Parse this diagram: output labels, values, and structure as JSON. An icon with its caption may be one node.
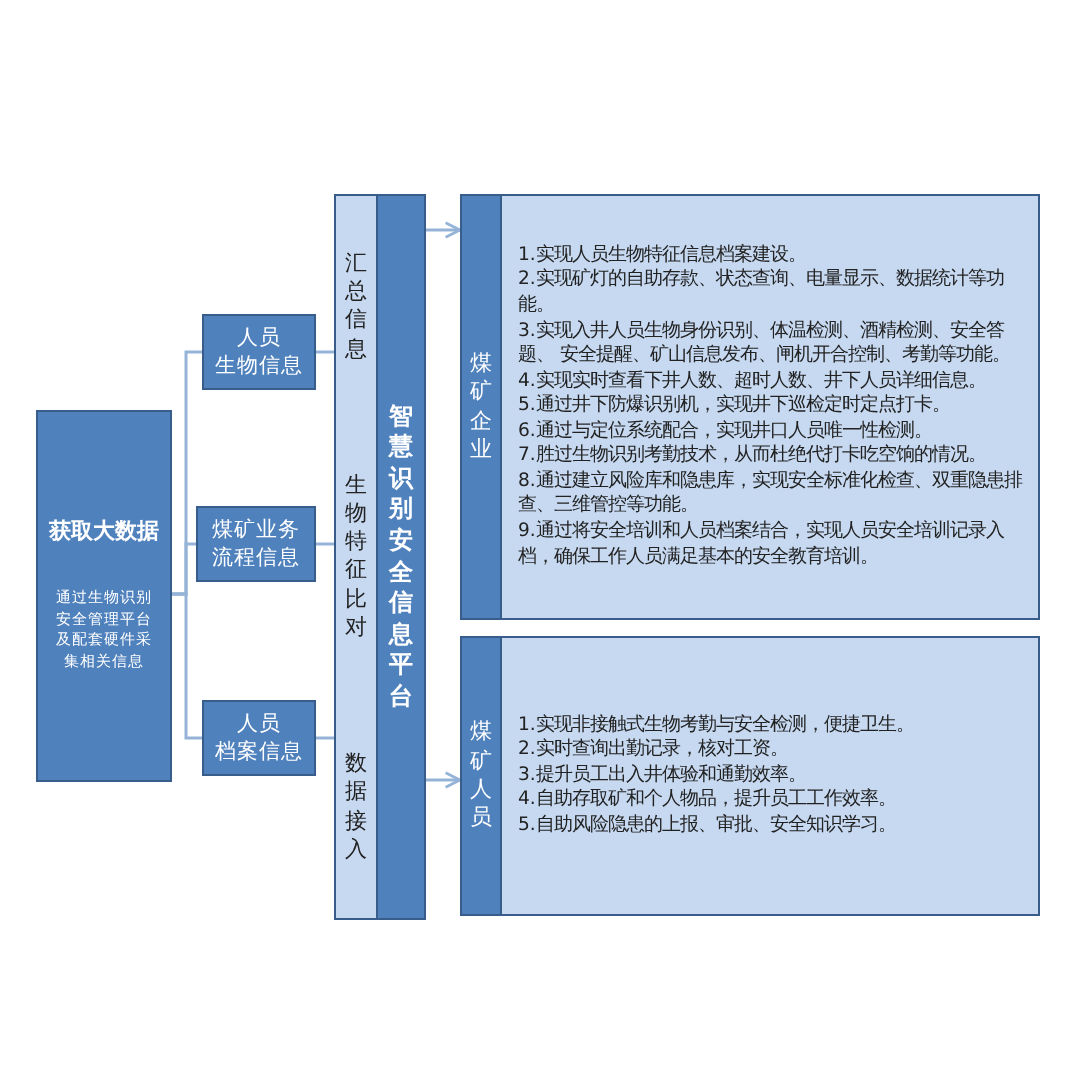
{
  "diagram": {
    "nodes": [
      {
        "text": [
          "获取大数据",
          "通过生物识别安全管理平台及配套硬件采集相关信息"
        ]
      },
      {
        "text": [
          "人员",
          "生物信息"
        ]
      },
      {
        "text": [
          "煤矿业务",
          "流程信息"
        ]
      },
      {
        "text": [
          "人员",
          "档案信息"
        ]
      },
      {
        "text": [
          "汇总信息",
          "生物特征比对",
          "数据接入"
        ]
      },
      {
        "text": [
          "智慧识别安全信息平台"
        ]
      },
      {
        "text": [
          "煤矿企业"
        ]
      },
      {
        "text": [
          "1.实现人员生物特征信息档案建设。",
          "2.实现矿灯的自助存款、状态查询、电量显示、数据统计等功能。",
          "3.实现入井人员生物身份识别、体温检测、酒精检测、安全答题、 安全提醒、矿山信息发布、闸机开合控制、考勤等功能。",
          "4.实现实时查看下井人数、超时人数、井下人员详细信息。",
          "5.通过井下防爆识别机，实现井下巡检定时定点打卡。",
          "6.通过与定位系统配合，实现井口人员唯一性检测。",
          "7.胜过生物识别考勤技术，从而杜绝代打卡吃空饷的情况。",
          "8.通过建立风险库和隐患库，实现安全标准化检查、双重隐患排查、三维管控等功能。",
          "9.通过将安全培训和人员档案结合，实现人员安全培训记录入档，确保工作人员满足基本的安全教育培训。"
        ]
      },
      {
        "text": [
          "煤矿人员"
        ]
      },
      {
        "text": [
          "1.实现非接触式生物考勤与安全检测，便捷卫生。",
          "2.实时查询出勤记录，核对工资。",
          "3.提升员工出入井体验和通勤效率。",
          "4.自助存取矿和个人物品，提升员工工作效率。",
          "5.自助风险隐患的上报、审批、安全知识学习。"
        ]
      }
    ],
    "edges": [
      {
        "from": 0,
        "to": 1,
        "arrow": "none"
      },
      {
        "from": 0,
        "to": 2,
        "arrow": "none"
      },
      {
        "from": 0,
        "to": 3,
        "arrow": "none"
      },
      {
        "from": 1,
        "to": 4,
        "arrow": "none"
      },
      {
        "from": 2,
        "to": 4,
        "arrow": "none"
      },
      {
        "from": 3,
        "to": 4,
        "arrow": "none"
      },
      {
        "from": 5,
        "to": 6,
        "arrow": "to"
      },
      {
        "from": 5,
        "to": 8,
        "arrow": "to"
      }
    ]
  }
}
